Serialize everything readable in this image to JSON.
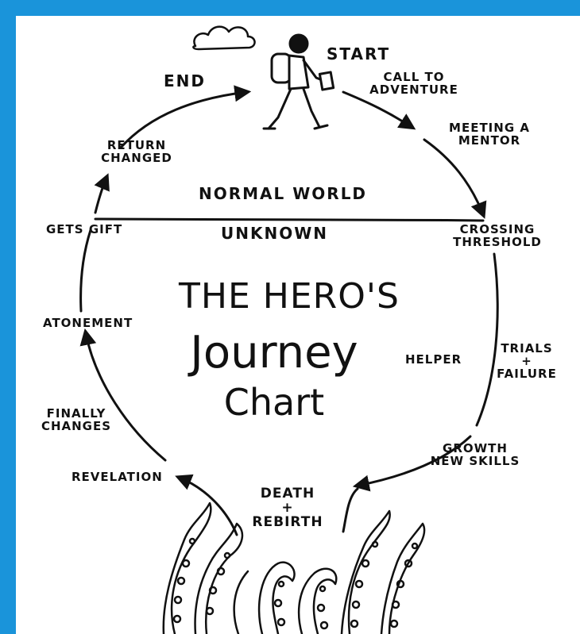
{
  "colors": {
    "frame": "#1a94da",
    "paper": "#ffffff",
    "ink": "#111111"
  },
  "labels": {
    "start": "START",
    "end": "END",
    "call_to_adventure_1": "CALL TO",
    "call_to_adventure_2": "ADVENTURE",
    "meeting_mentor_1": "MEETING A",
    "meeting_mentor_2": "MENTOR",
    "crossing_threshold_1": "CROSSING",
    "crossing_threshold_2": "THRESHOLD",
    "normal_world": "NORMAL WORLD",
    "unknown": "UNKNOWN",
    "helper": "HELPER",
    "trials_failure_1": "TRIALS",
    "trials_failure_2": "+",
    "trials_failure_3": "FAILURE",
    "growth_1": "GROWTH",
    "growth_2": "NEW SKILLS",
    "death_rebirth_1": "DEATH",
    "death_rebirth_2": "+",
    "death_rebirth_3": "REBIRTH",
    "revelation": "REVELATION",
    "finally_changes_1": "FINALLY",
    "finally_changes_2": "CHANGES",
    "atonement": "ATONEMENT",
    "gets_gift": "GETS GIFT",
    "return_changed_1": "RETURN",
    "return_changed_2": "CHANGED"
  },
  "title": {
    "line1": "THE HERO'S",
    "line2": "Journey",
    "line3": "Chart"
  },
  "icons": [
    "cloud-icon",
    "hiker-icon",
    "tentacles-icon"
  ]
}
